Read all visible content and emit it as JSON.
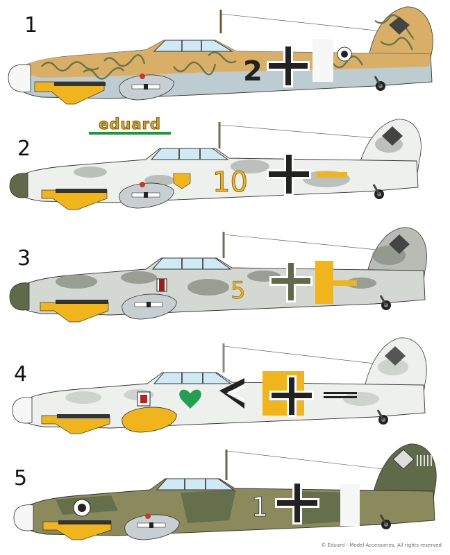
{
  "sheet": {
    "copyright": "© Eduard - Model Accessories, All rights reserved",
    "logo_text": "eduard"
  },
  "profiles": [
    {
      "label": "1",
      "code": "2",
      "scheme": "desert"
    },
    {
      "label": "2",
      "code": "10",
      "scheme": "winter"
    },
    {
      "label": "3",
      "code": "5",
      "scheme": "grey-mottle"
    },
    {
      "label": "4",
      "code": "",
      "scheme": "white-winter"
    },
    {
      "label": "5",
      "code": "1",
      "scheme": "green-brown"
    }
  ],
  "colors": {
    "yellow": "#f0b41c",
    "desert_tan": "#d9ae66",
    "desert_green": "#66764a",
    "underside_blue": "#bcccd0",
    "winter_white": "#eef0ee",
    "winter_grey": "#aeb5ad",
    "grey_mottle": "#b8bcb4",
    "dark_green": "#5f6a49",
    "olive": "#8a8a5c",
    "cross_black": "#2a2a2a",
    "canopy": "#cfe9f5",
    "heart_green": "#25a052"
  }
}
